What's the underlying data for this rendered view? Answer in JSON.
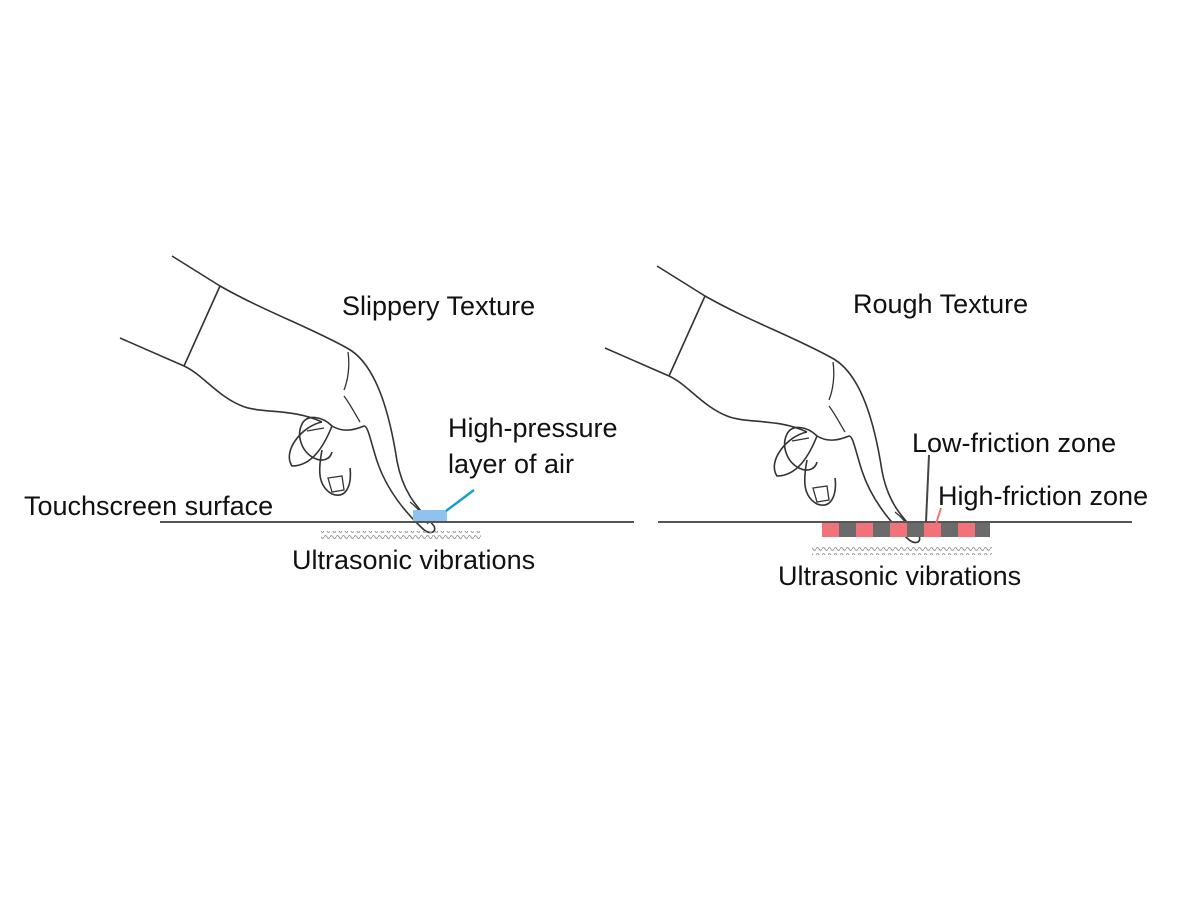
{
  "left_panel": {
    "title": "Slippery Texture",
    "air_label_line1": "High-pressure",
    "air_label_line2": "layer of air",
    "surface_label": "Touchscreen surface",
    "vibration_label": "Ultrasonic vibrations"
  },
  "right_panel": {
    "title": "Rough Texture",
    "low_friction_label": "Low-friction zone",
    "high_friction_label": "High-friction zone",
    "vibration_label": "Ultrasonic vibrations"
  },
  "colors": {
    "air_layer": "#8fc3ee",
    "air_leader": "#1aa0c8",
    "high_friction": "#f2727a",
    "low_friction": "#6b6b6b",
    "surface_line": "#555555",
    "outline": "#333333",
    "vibration": "#999999"
  },
  "icons": [
    "hand-pointing-icon",
    "hand-pointing-icon"
  ]
}
